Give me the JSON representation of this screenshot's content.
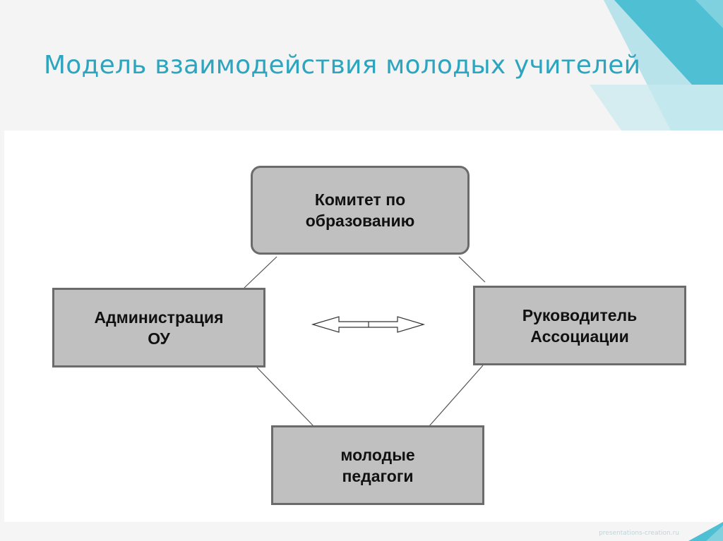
{
  "slide": {
    "title": "Модель взаимодействия молодых учителей",
    "watermark": "presentations-creation.ru"
  },
  "diagram": {
    "nodes": {
      "committee": "Комитет по\nобразованию",
      "administration": "Администрация\nОУ",
      "association_head": "Руководитель\nАссоциации",
      "young_teachers": "молодые\nпедагоги"
    }
  },
  "colors": {
    "accent": "#2ea5bf",
    "box_fill": "#c0c0c0",
    "box_border": "#6b6b6b",
    "deco_dark": "#4fbfd3",
    "deco_light": "#a6dde8"
  }
}
